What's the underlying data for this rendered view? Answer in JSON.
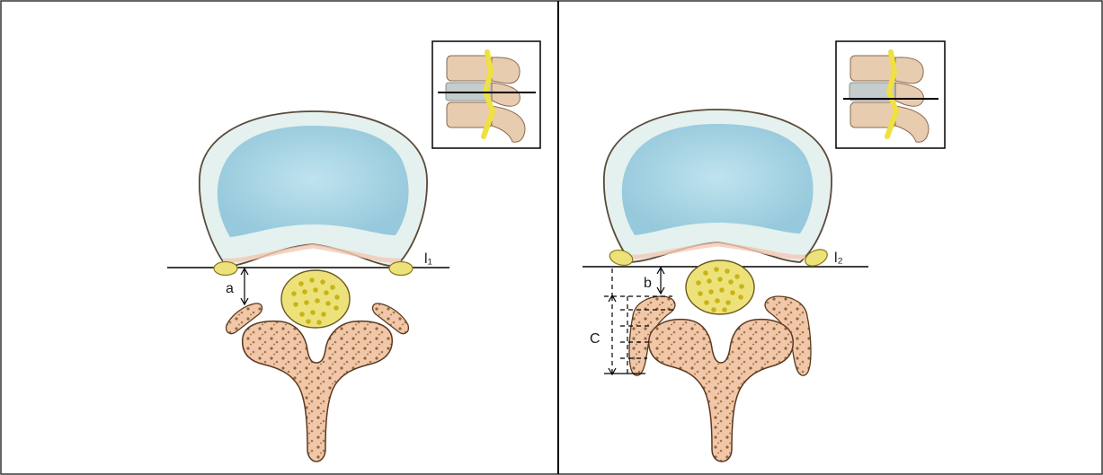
{
  "panels": {
    "left": {
      "line_label": "l₁",
      "distance_label": "a"
    },
    "right": {
      "line_label": "l₂",
      "distance_label": "b",
      "height_label": "C"
    }
  },
  "colors": {
    "border": "#333333",
    "disc_annulus": "#e4f1ef",
    "disc_nucleus": "#a9d6e4",
    "disc_outline": "#5a4a3a",
    "bone": "#f2c6a8",
    "bone_pores": "#8a6a3a",
    "ganglion": "#ede27a",
    "nerve_yellow": "#f0e040",
    "line": "#000000"
  }
}
